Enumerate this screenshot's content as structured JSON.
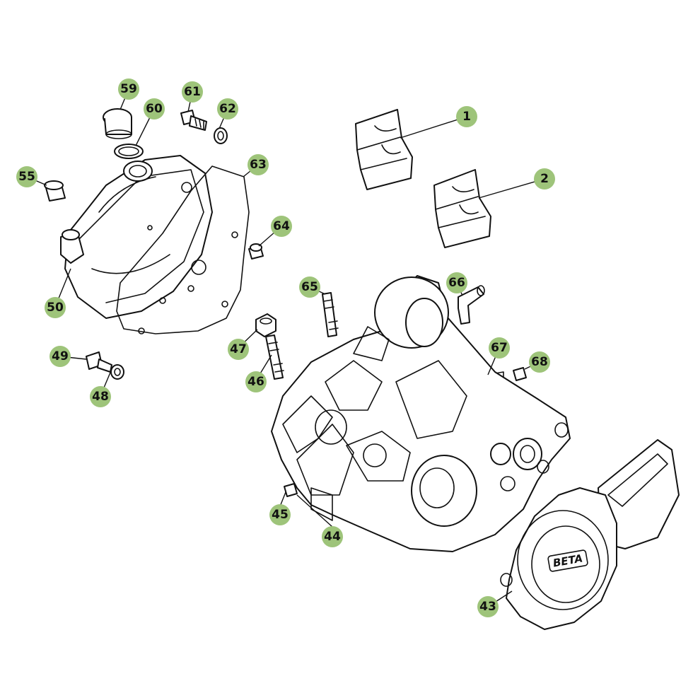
{
  "colors": {
    "callout": "#9ec47a",
    "line": "#111111",
    "background": "#ffffff"
  },
  "parts": [
    {
      "id": "1"
    },
    {
      "id": "2"
    },
    {
      "id": "43"
    },
    {
      "id": "44"
    },
    {
      "id": "45"
    },
    {
      "id": "46"
    },
    {
      "id": "47"
    },
    {
      "id": "48"
    },
    {
      "id": "49"
    },
    {
      "id": "50"
    },
    {
      "id": "55"
    },
    {
      "id": "59"
    },
    {
      "id": "60"
    },
    {
      "id": "61"
    },
    {
      "id": "62"
    },
    {
      "id": "63"
    },
    {
      "id": "64"
    },
    {
      "id": "65"
    },
    {
      "id": "66"
    },
    {
      "id": "67"
    },
    {
      "id": "68"
    }
  ],
  "cover_logo_text": "BETA"
}
